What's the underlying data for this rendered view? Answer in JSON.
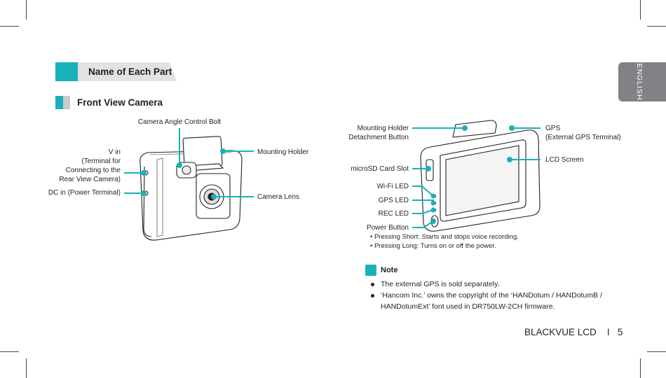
{
  "colors": {
    "accent": "#18b2b8",
    "grey": "#808285",
    "leader": "#18b2b8"
  },
  "section": {
    "title": "Name of Each Part"
  },
  "subsection": {
    "title": "Front View Camera"
  },
  "language_tab": {
    "label": "ENGLISH"
  },
  "front_labels": {
    "angle_bolt": "Camera Angle Control Bolt",
    "v_in_1": "V in",
    "v_in_2": "(Terminal for",
    "v_in_3": "Connecting to the",
    "v_in_4": "Rear View Camera)",
    "dc_in": "DC in (Power Terminal)",
    "mounting_holder": "Mounting Holder",
    "camera_lens": "Camera Lens"
  },
  "rear_labels": {
    "detach_1": "Mounting Holder",
    "detach_2": "Detachment Button",
    "gps_1": "GPS",
    "gps_2": "(External GPS Terminal)",
    "lcd": "LCD Screen",
    "sd_slot": "microSD Card Slot",
    "wifi_led": "Wi-Fi LED",
    "gps_led": "GPS LED",
    "rec_led": "REC LED",
    "power_button": "Power Button",
    "power_short": "• Pressing Short: Starts and stops voice recording.",
    "power_long": "• Pressing Long: Turns on or off the power."
  },
  "note": {
    "title": "Note",
    "item1": "The external GPS is sold separately.",
    "item2_line1": "‘Hancom Inc.’ owns the copyright of the ‘HANDotum / HANDotumB /",
    "item2_line2": "HANDotumExt’ font used in DR750LW-2CH firmware."
  },
  "footer": {
    "brand": "BLACKVUE LCD",
    "separator": "I",
    "page": "5"
  }
}
